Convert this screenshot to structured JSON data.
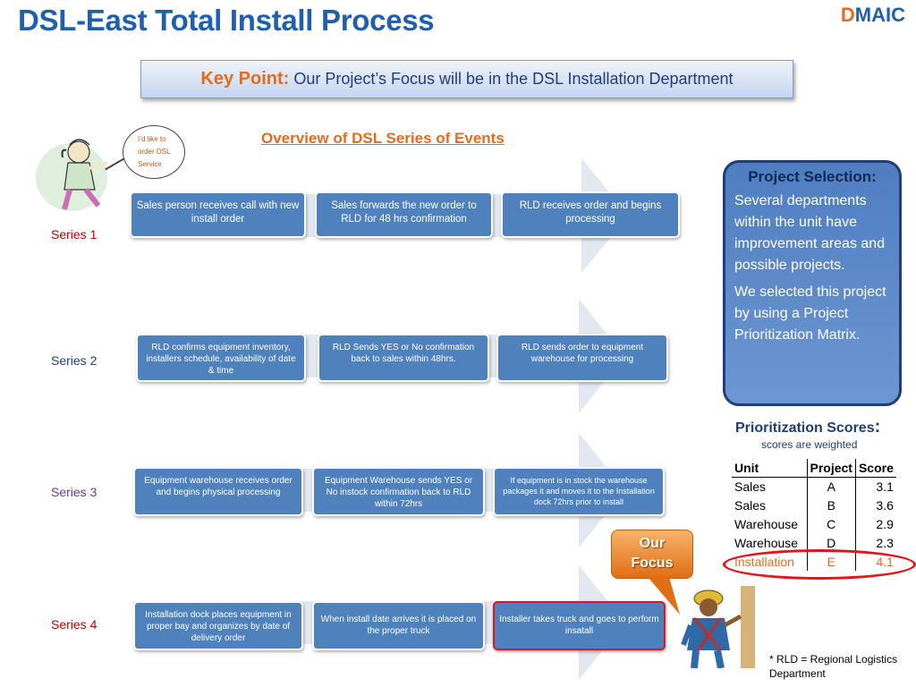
{
  "title": "DSL-East Total Install Process",
  "logo": {
    "d": "D",
    "rest": "MAIC"
  },
  "key_point": {
    "label": "Key Point:",
    "text": "Our Project’s Focus will be in the DSL Installation Department"
  },
  "overview_title": "Overview of DSL Series of Events",
  "speech_bubble": {
    "line1": "I’d like to",
    "line2": "order DSL",
    "line3": "Service"
  },
  "series": [
    {
      "label": "Series 1",
      "color": "#c00000",
      "steps": [
        "Sales person receives call with new install order",
        "Sales forwards the new order to RLD for 48 hrs confirmation",
        "RLD receives order and begins processing"
      ]
    },
    {
      "label": "Series 2",
      "color": "#1f3d7a",
      "steps": [
        "RLD confirms equipment inventory, installers schedule, availability  of date & time",
        "RLD Sends YES or No confirmation back to sales within 48hrs.",
        "RLD sends order to equipment warehouse for processing"
      ]
    },
    {
      "label": "Series 3",
      "color": "#7030a0",
      "steps": [
        "Equipment warehouse receives order and begins physical processing",
        "Equipment Warehouse sends YES or No instock confirmation back to RLD within 72hrs",
        "If equipment is in stock the warehouse packages it and moves it to the Installation dock 72hrs prior to install"
      ]
    },
    {
      "label": "Series 4",
      "color": "#c00000",
      "steps": [
        "Installation dock  places equipment in proper bay and organizes by date of delivery order",
        "When install date arrives it is placed on the proper truck",
        "Installer takes truck and goes to perform insatall"
      ]
    }
  ],
  "project_selection": {
    "title": "Project Selection:",
    "para1": "Several departments within the unit have improvement areas and possible projects.",
    "para2": "We selected this project by using a Project Prioritization Matrix."
  },
  "scores": {
    "title": "Prioritization Scores",
    "colon": ":",
    "subtitle": "scores are weighted",
    "headers": {
      "unit": "Unit",
      "project": "Project",
      "score": "Score"
    },
    "rows": [
      {
        "unit": "Sales",
        "project": "A",
        "score": "3.1"
      },
      {
        "unit": "Sales",
        "project": "B",
        "score": "3.6"
      },
      {
        "unit": "Warehouse",
        "project": "C",
        "score": "2.9"
      },
      {
        "unit": "Warehouse",
        "project": "D",
        "score": "2.3"
      },
      {
        "unit": "Installation",
        "project": "E",
        "score": "4.1"
      }
    ]
  },
  "callout": {
    "line1": "Our",
    "line2": "Focus"
  },
  "footnote": "* RLD = Regional Logistics Department",
  "colors": {
    "title": "#1f5fae",
    "accent": "#e36c1e",
    "box": "#4f81bd",
    "arrow": "#e3e8f0",
    "focus_border": "#e8121b"
  }
}
